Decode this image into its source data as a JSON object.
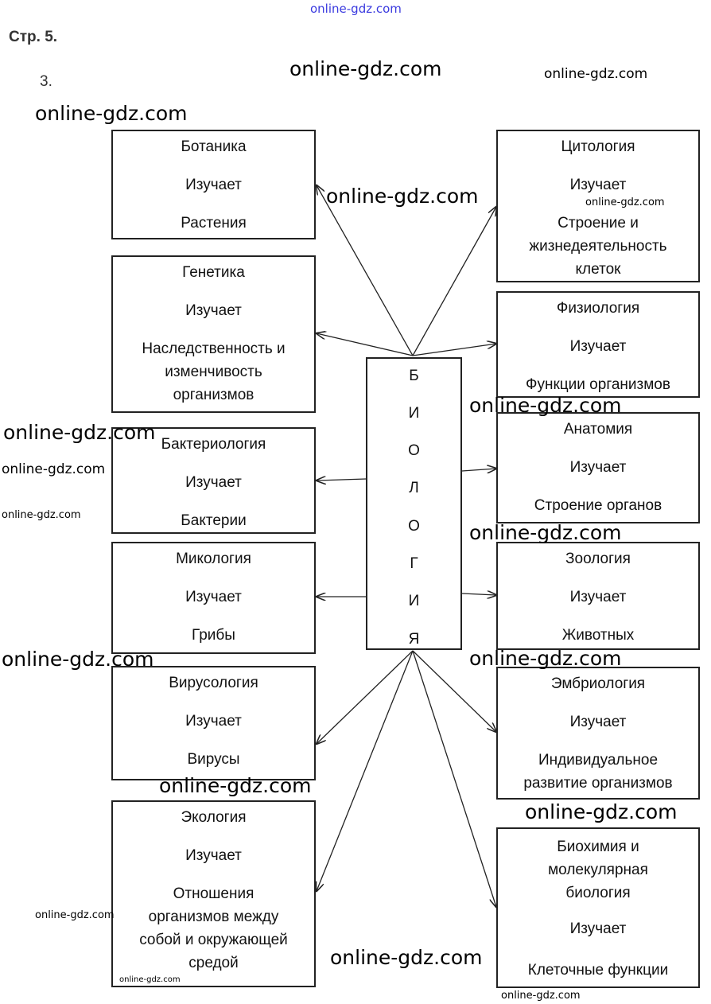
{
  "header": {
    "page": "Стр. 5.",
    "task": "3.",
    "top_logo": "online-gdz.com"
  },
  "center": {
    "letters": [
      "Б",
      "И",
      "О",
      "Л",
      "О",
      "Г",
      "И",
      "Я"
    ]
  },
  "left_boxes": [
    {
      "title": "Ботаника",
      "studies": "Изучает",
      "desc": [
        "Растения"
      ]
    },
    {
      "title": "Генетика",
      "studies": "Изучает",
      "desc": [
        "Наследственность и",
        "изменчивость",
        "организмов"
      ]
    },
    {
      "title": "Бактериология",
      "studies": "Изучает",
      "desc": [
        "Бактерии"
      ]
    },
    {
      "title": "Микология",
      "studies": "Изучает",
      "desc": [
        "Грибы"
      ]
    },
    {
      "title": "Вирусология",
      "studies": "Изучает",
      "desc": [
        "Вирусы"
      ]
    },
    {
      "title": "Экология",
      "studies": "Изучает",
      "desc": [
        "Отношения",
        "организмов между",
        "собой и окружающей",
        "средой"
      ]
    }
  ],
  "right_boxes": [
    {
      "title": "Цитология",
      "studies": "Изучает",
      "desc": [
        "Строение и",
        "жизнедеятельность",
        "клеток"
      ]
    },
    {
      "title": "Физиология",
      "studies": "Изучает",
      "desc": [
        "Функции организмов"
      ]
    },
    {
      "title": "Анатомия",
      "studies": "Изучает",
      "desc": [
        "Строение органов"
      ]
    },
    {
      "title": "Зоология",
      "studies": "Изучает",
      "desc": [
        "Животных"
      ]
    },
    {
      "title": "Эмбриология",
      "studies": "Изучает",
      "desc": [
        "Индивидуальное",
        "развитие организмов"
      ]
    },
    {
      "title": [
        "Биохимия и",
        "молекулярная",
        "биология"
      ],
      "studies": "Изучает",
      "desc": [
        "Клеточные функции"
      ]
    }
  ],
  "watermark": "online-gdz.com",
  "colors": {
    "line": "#222222",
    "top_logo": "#3a3adf"
  }
}
